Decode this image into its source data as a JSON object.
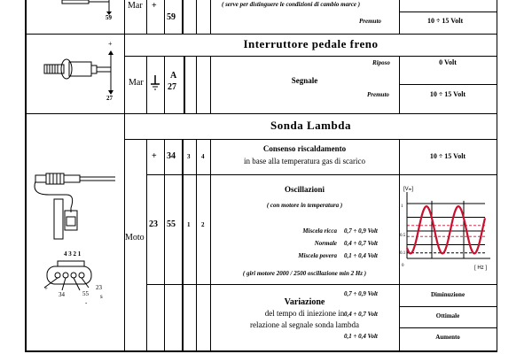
{
  "top_row": {
    "mode": "Mar",
    "pin_sign": "+",
    "pin": "59",
    "note": "( serve per distinguere le condizioni di cambio marce )",
    "state": "Premuto",
    "value": "10 ÷ 15 Volt",
    "pin_label": "59"
  },
  "brake": {
    "title": "Interruttore pedale freno",
    "mode": "Mar",
    "pin_letter": "A",
    "pin": "27",
    "signal": "Segnale",
    "states": [
      {
        "label": "Riposo",
        "value": "0 Volt"
      },
      {
        "label": "Premuto",
        "value": "10 ÷ 15 Volt"
      }
    ],
    "diagram_labels": {
      "plus": "+",
      "pin": "27"
    }
  },
  "lambda": {
    "title": "Sonda Lambda",
    "mode": "Moto",
    "heating": {
      "sign": "+",
      "pin": "34",
      "conn_a": "3",
      "conn_b": "4",
      "title": "Consenso riscaldamento",
      "subtitle": "in base alla temperatura gas di scarico",
      "value": "10 ÷ 15 Volt"
    },
    "oscillation": {
      "pin_a": "23",
      "pin_b": "55",
      "conn_a": "1",
      "conn_b": "2",
      "title": "Oscillazioni",
      "note": "( con motore in temperatura )",
      "mixtures": [
        {
          "label": "Miscela ricca",
          "value": "0,7 ÷ 0,9 Volt"
        },
        {
          "label": "Normale",
          "value": "0,4 ÷ 0,7 Volt"
        },
        {
          "label": "Miscela povera",
          "value": "0,1 ÷ 0,4 Volt"
        }
      ],
      "footer": "( giri motore 2000 / 2500    oscillazione min 2 Hz )"
    },
    "variation": {
      "title": "Variazione",
      "line1": "del tempo di iniezione in",
      "line2": "relazione al segnale sonda lambda",
      "rows": [
        {
          "range": "0,7 ÷ 0,9 Volt",
          "result": "Diminuzione"
        },
        {
          "range": "0,4 ÷ 0,7 Volt",
          "result": "Ottimale"
        },
        {
          "range": "0,1 ÷ 0,4 Volt",
          "result": "Aumento"
        }
      ]
    },
    "connector": {
      "pins_top": "4 3 2 1",
      "labels": [
        "+",
        "34",
        "55",
        "23",
        "-",
        "s"
      ]
    },
    "chart": {
      "ylabel": "[Vₘ]",
      "xlabel": "[ Hz ]",
      "ticks": [
        "1",
        "0.5",
        "0.1",
        "0"
      ],
      "curve_color": "#c8102e"
    }
  }
}
